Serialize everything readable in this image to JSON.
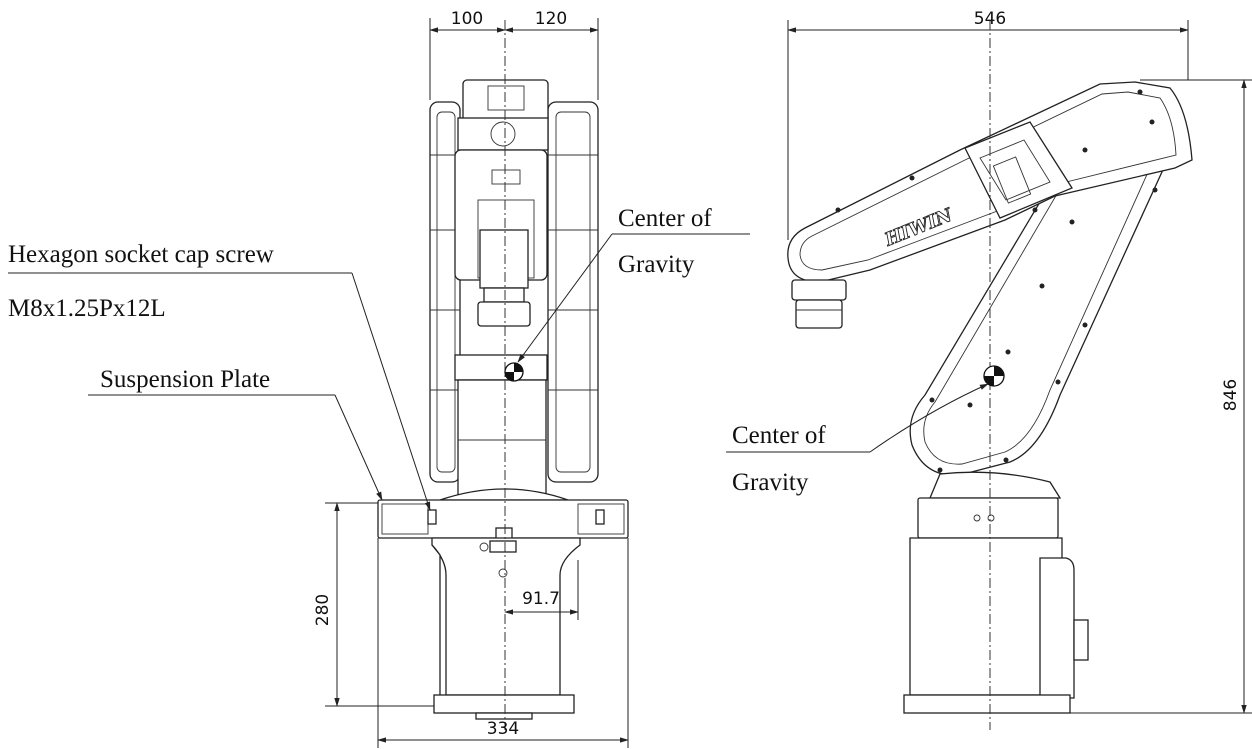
{
  "front_view": {
    "dim_top_left": "100",
    "dim_top_right": "120",
    "dim_height_base": "280",
    "dim_offset": "91.7",
    "dim_width_base": "334"
  },
  "side_view": {
    "dim_width": "546",
    "dim_height": "846",
    "logo": "HIWIN"
  },
  "labels": {
    "screw_line1": "Hexagon socket cap screw",
    "screw_line2": "M8x1.25Px12L",
    "suspension": "Suspension Plate",
    "cog_front_1": "Center of",
    "cog_front_2": "Gravity",
    "cog_side_1": "Center of",
    "cog_side_2": "Gravity"
  }
}
